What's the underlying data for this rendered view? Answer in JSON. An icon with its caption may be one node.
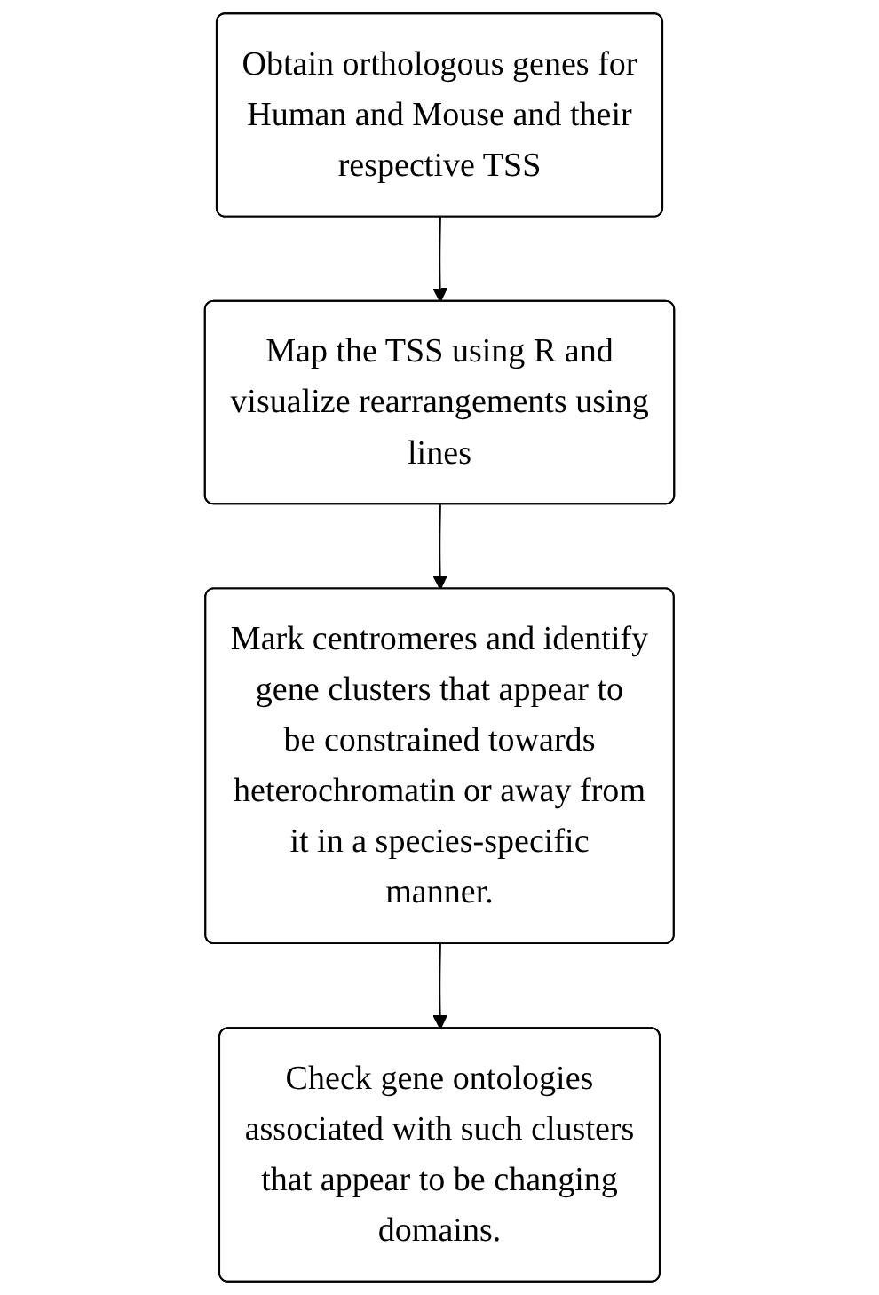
{
  "diagram": {
    "nodes": [
      {
        "text": [
          "Obtain orthologous genes for Human and Mouse and their respective TSS"
        ]
      },
      {
        "text": [
          "Map the TSS using R and visualize rearrangements using lines"
        ]
      },
      {
        "text": [
          "Mark centromeres and identify gene clusters that appear to be constrained towards heterochromatin or away from it in a species-specific manner."
        ]
      },
      {
        "text": [
          "Check gene ontologies associated with such clusters that appear to be changing domains."
        ]
      }
    ],
    "edges": [
      {
        "from": 0,
        "to": 1,
        "arrow": "to"
      },
      {
        "from": 1,
        "to": 2,
        "arrow": "to"
      },
      {
        "from": 2,
        "to": 3,
        "arrow": "to"
      }
    ]
  }
}
